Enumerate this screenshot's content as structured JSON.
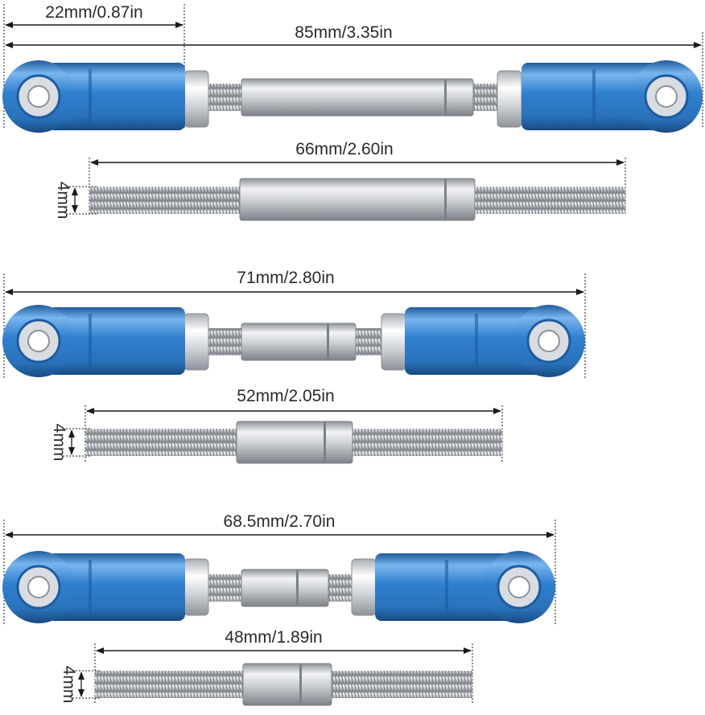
{
  "colors": {
    "rod_end_blue": "#2f80cf",
    "rod_end_blue_dark": "#1d5c9e",
    "rod_end_blue_light": "#79b5ee",
    "steel": "#c9ccd1",
    "steel_dark": "#8e9298",
    "steel_light": "#f2f3f5",
    "dimension_line": "#1a1a1a"
  },
  "rods": [
    {
      "assembled_length_label": "85mm/3.35in",
      "rod_end_length_label": "22mm/0.87in",
      "threaded_rod_length_label": "66mm/2.60in",
      "thread_diameter_label": "4mm"
    },
    {
      "assembled_length_label": "71mm/2.80in",
      "threaded_rod_length_label": "52mm/2.05in",
      "thread_diameter_label": "4mm"
    },
    {
      "assembled_length_label": "68.5mm/2.70in",
      "threaded_rod_length_label": "48mm/1.89in",
      "thread_diameter_label": "4mm"
    }
  ]
}
